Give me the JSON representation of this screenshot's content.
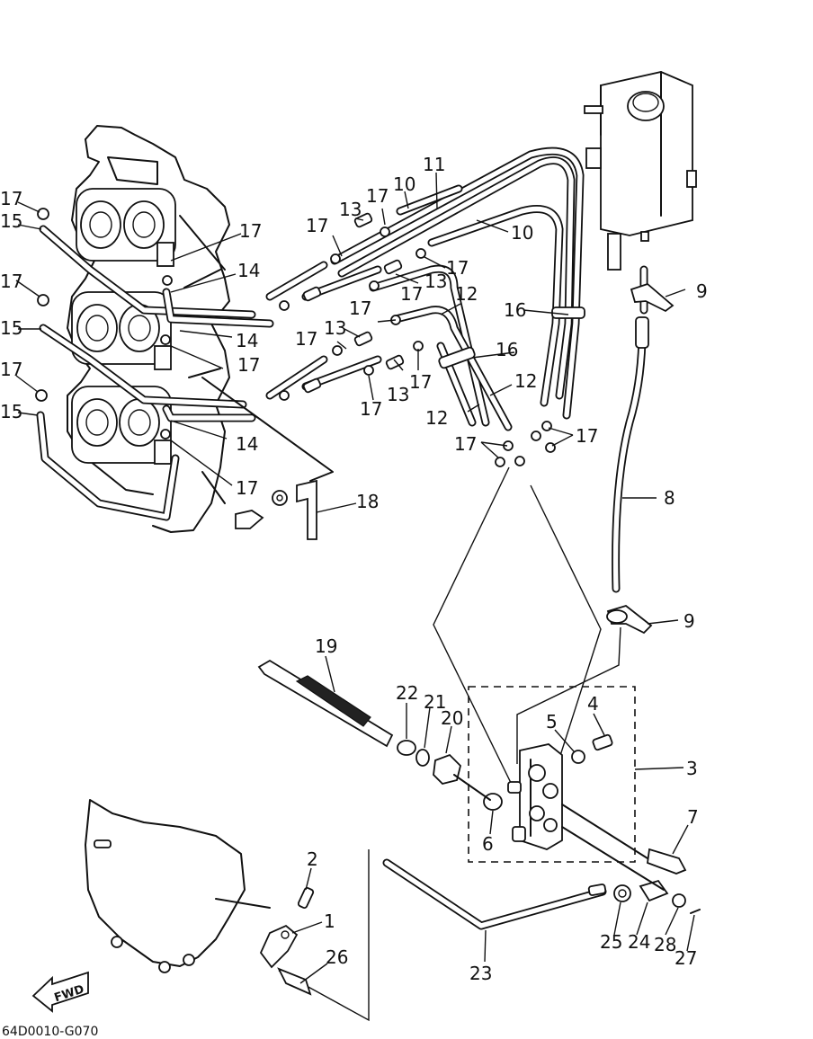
{
  "diagram_code": "64D0010-G070",
  "fwd_label": "FWD",
  "callouts": [
    {
      "id": "c1",
      "text": "1"
    },
    {
      "id": "c2",
      "text": "2"
    },
    {
      "id": "c3",
      "text": "3"
    },
    {
      "id": "c4",
      "text": "4"
    },
    {
      "id": "c5",
      "text": "5"
    },
    {
      "id": "c6",
      "text": "6"
    },
    {
      "id": "c7",
      "text": "7"
    },
    {
      "id": "c8",
      "text": "8"
    },
    {
      "id": "c9a",
      "text": "9"
    },
    {
      "id": "c9b",
      "text": "9"
    },
    {
      "id": "c10a",
      "text": "10"
    },
    {
      "id": "c10b",
      "text": "10"
    },
    {
      "id": "c11",
      "text": "11"
    },
    {
      "id": "c12a",
      "text": "12"
    },
    {
      "id": "c12b",
      "text": "12"
    },
    {
      "id": "c12c",
      "text": "12"
    },
    {
      "id": "c13a",
      "text": "13"
    },
    {
      "id": "c13b",
      "text": "13"
    },
    {
      "id": "c13c",
      "text": "13"
    },
    {
      "id": "c13d",
      "text": "13"
    },
    {
      "id": "c14a",
      "text": "14"
    },
    {
      "id": "c14b",
      "text": "14"
    },
    {
      "id": "c14c",
      "text": "14"
    },
    {
      "id": "c15a",
      "text": "15"
    },
    {
      "id": "c15b",
      "text": "15"
    },
    {
      "id": "c15c",
      "text": "15"
    },
    {
      "id": "c16a",
      "text": "16"
    },
    {
      "id": "c16b",
      "text": "16"
    },
    {
      "id": "c17a",
      "text": "17"
    },
    {
      "id": "c17b",
      "text": "17"
    },
    {
      "id": "c17c",
      "text": "17"
    },
    {
      "id": "c17d",
      "text": "17"
    },
    {
      "id": "c17e",
      "text": "17"
    },
    {
      "id": "c17f",
      "text": "17"
    },
    {
      "id": "c17g",
      "text": "17"
    },
    {
      "id": "c17h",
      "text": "17"
    },
    {
      "id": "c17i",
      "text": "17"
    },
    {
      "id": "c17j",
      "text": "17"
    },
    {
      "id": "c17k",
      "text": "17"
    },
    {
      "id": "c17l",
      "text": "17"
    },
    {
      "id": "c17m",
      "text": "17"
    },
    {
      "id": "c17n",
      "text": "17"
    },
    {
      "id": "c17o",
      "text": "17"
    },
    {
      "id": "c17p",
      "text": "17"
    },
    {
      "id": "c18",
      "text": "18"
    },
    {
      "id": "c19",
      "text": "19"
    },
    {
      "id": "c20",
      "text": "20"
    },
    {
      "id": "c21",
      "text": "21"
    },
    {
      "id": "c22",
      "text": "22"
    },
    {
      "id": "c23",
      "text": "23"
    },
    {
      "id": "c24",
      "text": "24"
    },
    {
      "id": "c25",
      "text": "25"
    },
    {
      "id": "c26",
      "text": "26"
    },
    {
      "id": "c27",
      "text": "27"
    },
    {
      "id": "c28",
      "text": "28"
    }
  ]
}
